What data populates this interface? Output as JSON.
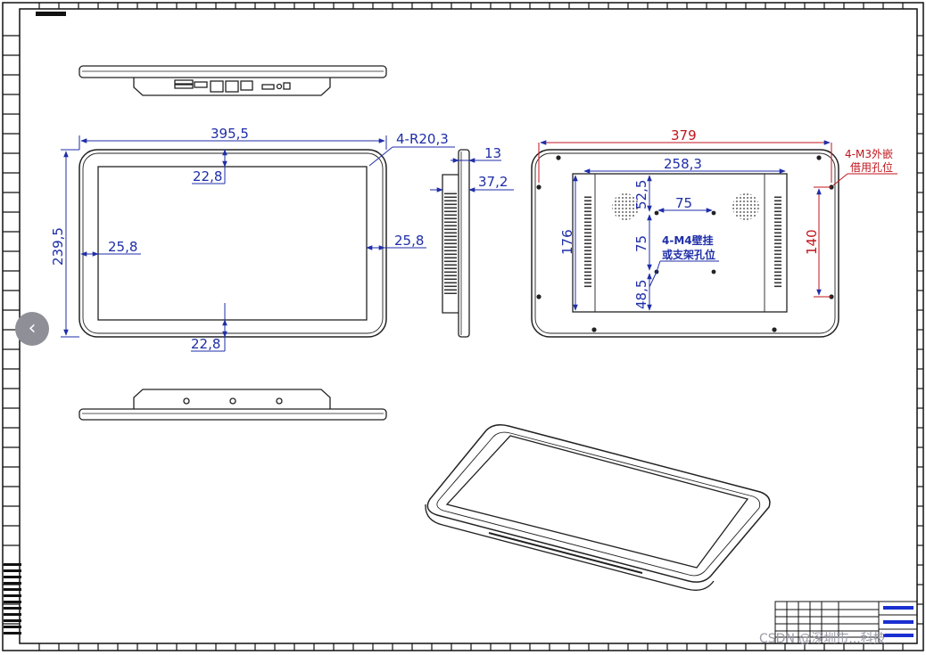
{
  "dimensions": {
    "front_width": "395,5",
    "corner_radius": "4-R20,3",
    "front_height": "239,5",
    "bezel_top": "22,8",
    "bezel_bottom": "22,8",
    "bezel_left": "25,8",
    "bezel_right": "25,8",
    "side_thickness": "13",
    "side_depth": "37,2",
    "rear_width": "379",
    "rear_inner_width": "258,3",
    "rear_inner_height": "176",
    "vesa_top_offset": "52,5",
    "vesa_horizontal": "75",
    "vesa_vertical": "75",
    "vesa_bottom_offset": "48,5",
    "rear_hole_spacing": "140"
  },
  "notes": {
    "vesa_line1": "4-M4壁挂",
    "vesa_line2": "或支架孔位",
    "m3_line1": "4-M3外嵌",
    "m3_line2": "借用孔位"
  },
  "watermark": "CSDN @深圳市...科技",
  "colors": {
    "line": "#222222",
    "dimension": "#1f2ea8",
    "dimension_red": "#c0141c",
    "title_blue": "#1a2fd0"
  },
  "nav": {
    "prev_icon": "‹"
  }
}
